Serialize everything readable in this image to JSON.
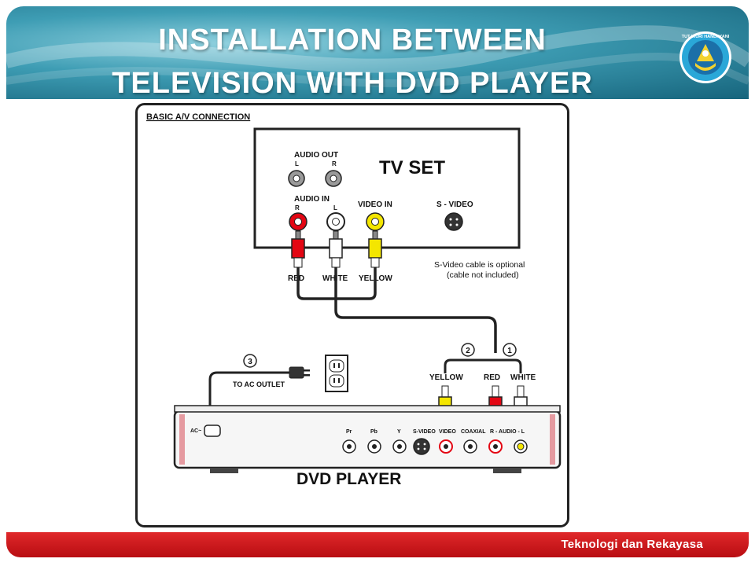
{
  "header": {
    "title_line1": "INSTALLATION BETWEEN",
    "title_line2": "TELEVISION WITH DVD PLAYER"
  },
  "logo": {
    "icon": "tut-wuri-handayani-emblem-icon",
    "text": "TUT WURI HANDAYANI"
  },
  "footer": {
    "text": "Teknologi dan Rekayasa"
  },
  "colors": {
    "header": "#2f8ea6",
    "footer": "#d0141a",
    "red_plug": "#e30613",
    "yellow_plug": "#f4e600",
    "dvd_stripe": "#e59aa0"
  },
  "diagram": {
    "heading": "BASIC A/V CONNECTION",
    "tv": {
      "title": "TV SET",
      "audio_out": "AUDIO OUT",
      "audio_out_l": "L",
      "audio_out_r": "R",
      "audio_in": "AUDIO IN",
      "audio_in_r": "R",
      "audio_in_l": "L",
      "video_in": "VIDEO IN",
      "svideo": "S - VIDEO"
    },
    "plug_labels_tv": {
      "red": "RED",
      "white": "WHITE",
      "yellow": "YELLOW"
    },
    "svideo_note_1": "S-Video cable is optional",
    "svideo_note_2": "(cable not included)",
    "step1": "1",
    "step2": "2",
    "step3": "3",
    "plug_labels_dvd": {
      "yellow": "YELLOW",
      "red": "RED",
      "white": "WHITE"
    },
    "ac_outlet": "TO AC OUTLET",
    "dvd": {
      "title": "DVD PLAYER",
      "ac": "AC~",
      "pr": "Pr",
      "pb": "Pb",
      "y": "Y",
      "svideo": "S-VIDEO",
      "video": "VIDEO",
      "coaxial": "COAXIAL",
      "r_audio_l": "R - AUDIO - L"
    }
  }
}
